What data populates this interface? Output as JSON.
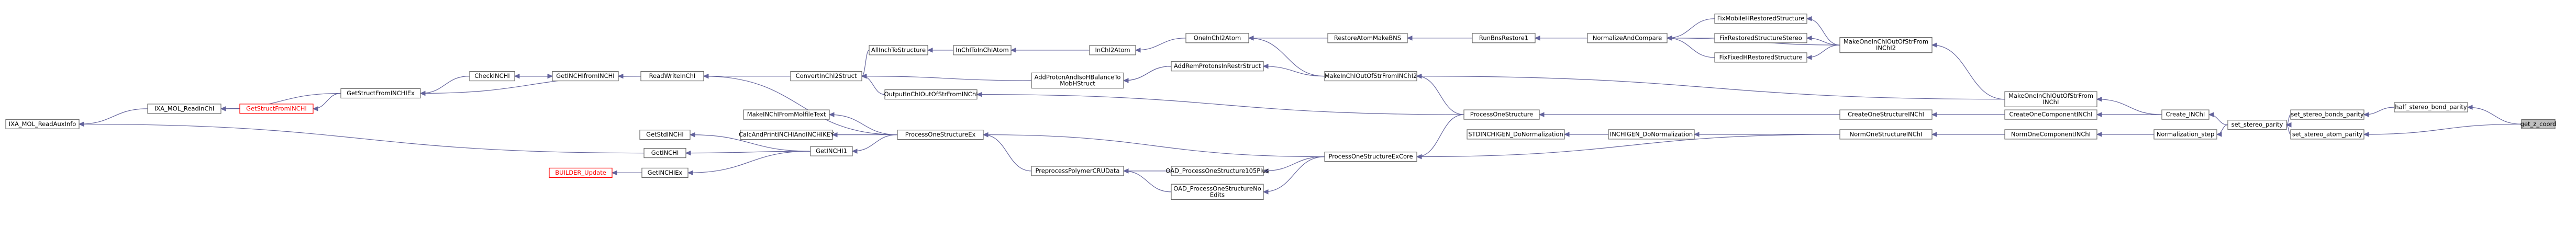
{
  "nodes": [
    {
      "id": "get_z_coord",
      "label": "get_z_coord",
      "root": true
    },
    {
      "id": "half_stereo_bond_parity",
      "label": "half_stereo_bond_parity"
    },
    {
      "id": "set_stereo_bonds_parity",
      "label": "set_stereo_bonds_parity"
    },
    {
      "id": "set_stereo_atom_parity",
      "label": "set_stereo_atom_parity"
    },
    {
      "id": "set_stereo_parity",
      "label": "set_stereo_parity"
    },
    {
      "id": "Create_INChI",
      "label": "Create_INChI"
    },
    {
      "id": "Normalization_step",
      "label": "Normalization_step"
    },
    {
      "id": "MakeOneInChIOutOfStrFromINChI",
      "label": "MakeOneInChIOutOfStrFrom\nINChI"
    },
    {
      "id": "CreateOneComponentINChI",
      "label": "CreateOneComponentINChI"
    },
    {
      "id": "NormOneComponentINChI",
      "label": "NormOneComponentINChI"
    },
    {
      "id": "MakeOneInChIOutOfStrFromINChI2",
      "label": "MakeOneInChIOutOfStrFrom\nINChI2"
    },
    {
      "id": "CreateOneStructureINChI",
      "label": "CreateOneStructureINChI"
    },
    {
      "id": "NormOneStructureINChI",
      "label": "NormOneStructureINChI"
    },
    {
      "id": "FixMobileHRestoredStructure",
      "label": "FixMobileHRestoredStructure"
    },
    {
      "id": "FixRestoredStructureStereo",
      "label": "FixRestoredStructureStereo"
    },
    {
      "id": "FixFixedHRestoredStructure",
      "label": "FixFixedHRestoredStructure"
    },
    {
      "id": "NormalizeAndCompare",
      "label": "NormalizeAndCompare"
    },
    {
      "id": "INCHIGEN_DoNormalization",
      "label": "INCHIGEN_DoNormalization"
    },
    {
      "id": "STDINCHIGEN_DoNormalization",
      "label": "STDINCHIGEN_DoNormalization"
    },
    {
      "id": "RunBnsRestore1",
      "label": "RunBnsRestore1"
    },
    {
      "id": "ProcessOneStructure",
      "label": "ProcessOneStructure"
    },
    {
      "id": "ProcessOneStructureExCore",
      "label": "ProcessOneStructureExCore"
    },
    {
      "id": "RestoreAtomMakeBNS",
      "label": "RestoreAtomMakeBNS"
    },
    {
      "id": "MakeInChIOutOfStrFromINChI2",
      "label": "MakeInChIOutOfStrFromINChI2"
    },
    {
      "id": "OAD_ProcessOneStructure105Plus",
      "label": "OAD_ProcessOneStructure105Plus"
    },
    {
      "id": "OAD_ProcessOneStructureNoEdits",
      "label": "OAD_ProcessOneStructureNo\nEdits"
    },
    {
      "id": "InChI2Atom",
      "label": "InChI2Atom"
    },
    {
      "id": "AddRemProtonsInRestrStruct",
      "label": "AddRemProtonsInRestrStruct"
    },
    {
      "id": "AddProtonAndIsoHBalanceToMobHStruct",
      "label": "AddProtonAndIsoHBalanceTo\nMobHStruct"
    },
    {
      "id": "ProcessOneStructureEx",
      "label": "ProcessOneStructureEx"
    },
    {
      "id": "PreprocessPolymerCRUData",
      "label": "PreprocessPolymerCRUData"
    },
    {
      "id": "OneInChI2Atom",
      "label": "OneInChI2Atom"
    },
    {
      "id": "InChIToInChIAtom",
      "label": "InChIToInChIAtom"
    },
    {
      "id": "AllInchToStructure",
      "label": "AllInchToStructure"
    },
    {
      "id": "OutputInChIOutOfStrFromINChI",
      "label": "OutputInChIOutOfStrFromINChI"
    },
    {
      "id": "MakeINChIFromMolfileText",
      "label": "MakeINChIFromMolfileText"
    },
    {
      "id": "CalcAndPrintINCHIAndINCHIKEY",
      "label": "CalcAndPrintINCHIAndINCHIKEY"
    },
    {
      "id": "GetINCHI1",
      "label": "GetINCHI1"
    },
    {
      "id": "ConvertInChI2Struct",
      "label": "ConvertInChI2Struct"
    },
    {
      "id": "GetStdINCHI",
      "label": "GetStdINCHI"
    },
    {
      "id": "GetINCHI",
      "label": "GetINCHI"
    },
    {
      "id": "GetINCHIEx",
      "label": "GetINCHIEx"
    },
    {
      "id": "BUILDER_Update",
      "label": "BUILDER_Update",
      "red": true
    },
    {
      "id": "ReadWriteInChI",
      "label": "ReadWriteInChI"
    },
    {
      "id": "GetINCHIfromINCHI",
      "label": "GetINCHIfromINCHI"
    },
    {
      "id": "CheckINCHI",
      "label": "CheckINCHI"
    },
    {
      "id": "GetStructFromINCHIEx",
      "label": "GetStructFromINCHIEx"
    },
    {
      "id": "IXA_MOL_ReadInChI",
      "label": "IXA_MOL_ReadInChI"
    },
    {
      "id": "GetStructFromINCHI",
      "label": "GetStructFromINCHI",
      "red": true
    },
    {
      "id": "IXA_MOL_ReadAuxInfo",
      "label": "IXA_MOL_ReadAuxInfo"
    }
  ],
  "edges": [
    [
      "half_stereo_bond_parity",
      "get_z_coord"
    ],
    [
      "set_stereo_atom_parity",
      "get_z_coord"
    ],
    [
      "set_stereo_bonds_parity",
      "half_stereo_bond_parity"
    ],
    [
      "set_stereo_parity",
      "set_stereo_bonds_parity"
    ],
    [
      "set_stereo_parity",
      "set_stereo_atom_parity"
    ],
    [
      "Create_INChI",
      "set_stereo_parity"
    ],
    [
      "Normalization_step",
      "set_stereo_parity"
    ],
    [
      "MakeOneInChIOutOfStrFromINChI",
      "Create_INChI"
    ],
    [
      "CreateOneComponentINChI",
      "Create_INChI"
    ],
    [
      "NormOneComponentINChI",
      "Normalization_step"
    ],
    [
      "MakeOneInChIOutOfStrFromINChI2",
      "MakeOneInChIOutOfStrFromINChI"
    ],
    [
      "CreateOneStructureINChI",
      "CreateOneComponentINChI"
    ],
    [
      "NormOneStructureINChI",
      "NormOneComponentINChI"
    ],
    [
      "FixMobileHRestoredStructure",
      "MakeOneInChIOutOfStrFromINChI2"
    ],
    [
      "FixRestoredStructureStereo",
      "MakeOneInChIOutOfStrFromINChI2"
    ],
    [
      "FixFixedHRestoredStructure",
      "MakeOneInChIOutOfStrFromINChI2"
    ],
    [
      "NormalizeAndCompare",
      "MakeOneInChIOutOfStrFromINChI2"
    ],
    [
      "INCHIGEN_DoNormalization",
      "NormOneStructureINChI"
    ],
    [
      "STDINCHIGEN_DoNormalization",
      "INCHIGEN_DoNormalization"
    ],
    [
      "NormalizeAndCompare",
      "FixMobileHRestoredStructure"
    ],
    [
      "NormalizeAndCompare",
      "FixRestoredStructureStereo"
    ],
    [
      "NormalizeAndCompare",
      "FixFixedHRestoredStructure"
    ],
    [
      "RunBnsRestore1",
      "NormalizeAndCompare"
    ],
    [
      "RestoreAtomMakeBNS",
      "RunBnsRestore1"
    ],
    [
      "OneInChI2Atom",
      "RestoreAtomMakeBNS"
    ],
    [
      "InChI2Atom",
      "OneInChI2Atom"
    ],
    [
      "InChIToInChIAtom",
      "InChI2Atom"
    ],
    [
      "AllInchToStructure",
      "InChIToInChIAtom"
    ],
    [
      "ConvertInChI2Struct",
      "AllInchToStructure"
    ],
    [
      "ReadWriteInChI",
      "ConvertInChI2Struct"
    ],
    [
      "ProcessOneStructure",
      "CreateOneStructureINChI"
    ],
    [
      "ProcessOneStructureExCore",
      "ProcessOneStructure"
    ],
    [
      "ProcessOneStructureExCore",
      "NormOneStructureINChI"
    ],
    [
      "MakeInChIOutOfStrFromINChI2",
      "ProcessOneStructure"
    ],
    [
      "MakeInChIOutOfStrFromINChI2",
      "MakeOneInChIOutOfStrFromINChI"
    ],
    [
      "AddRemProtonsInRestrStruct",
      "MakeInChIOutOfStrFromINChI2"
    ],
    [
      "AddProtonAndIsoHBalanceToMobHStruct",
      "AddRemProtonsInRestrStruct"
    ],
    [
      "AddProtonAndIsoHBalanceToMobHStruct",
      "AddRemProtonsInRestrStruct"
    ],
    [
      "ConvertInChI2Struct",
      "AddProtonAndIsoHBalanceToMobHStruct"
    ],
    [
      "OneInChI2Atom",
      "MakeInChIOutOfStrFromINChI2"
    ],
    [
      "OAD_ProcessOneStructure105Plus",
      "ProcessOneStructureExCore"
    ],
    [
      "OAD_ProcessOneStructureNoEdits",
      "ProcessOneStructureExCore"
    ],
    [
      "ProcessOneStructureEx",
      "ProcessOneStructureExCore"
    ],
    [
      "PreprocessPolymerCRUData",
      "OAD_ProcessOneStructure105Plus"
    ],
    [
      "PreprocessPolymerCRUData",
      "OAD_ProcessOneStructureNoEdits"
    ],
    [
      "ProcessOneStructureEx",
      "PreprocessPolymerCRUData"
    ],
    [
      "OutputInChIOutOfStrFromINChI",
      "ProcessOneStructure"
    ],
    [
      "ConvertInChI2Struct",
      "OutputInChIOutOfStrFromINChI"
    ],
    [
      "MakeINChIFromMolfileText",
      "ProcessOneStructureEx"
    ],
    [
      "CalcAndPrintINCHIAndINCHIKEY",
      "ProcessOneStructureEx"
    ],
    [
      "GetINCHI1",
      "ProcessOneStructureEx"
    ],
    [
      "GetStdINCHI",
      "GetINCHI1"
    ],
    [
      "GetINCHI",
      "GetINCHI1"
    ],
    [
      "GetINCHIEx",
      "GetINCHI1"
    ],
    [
      "BUILDER_Update",
      "GetINCHIEx"
    ],
    [
      "ReadWriteInChI",
      "ProcessOneStructureEx"
    ],
    [
      "GetINCHIfromINCHI",
      "ReadWriteInChI"
    ],
    [
      "CheckINCHI",
      "GetINCHIfromINCHI"
    ],
    [
      "GetINCHIfromINCHI",
      "CheckINCHI"
    ],
    [
      "GetStructFromINCHIEx",
      "ReadWriteInChI"
    ],
    [
      "GetStructFromINCHIEx",
      "CheckINCHI"
    ],
    [
      "IXA_MOL_ReadInChI",
      "GetStructFromINCHIEx"
    ],
    [
      "GetStructFromINCHI",
      "GetStructFromINCHIEx"
    ],
    [
      "IXA_MOL_ReadAuxInfo",
      "IXA_MOL_ReadInChI"
    ],
    [
      "IXA_MOL_ReadAuxInfo",
      "GetINCHI"
    ],
    [
      "IXA_MOL_ReadInChI",
      "GetStructFromINCHI"
    ]
  ]
}
